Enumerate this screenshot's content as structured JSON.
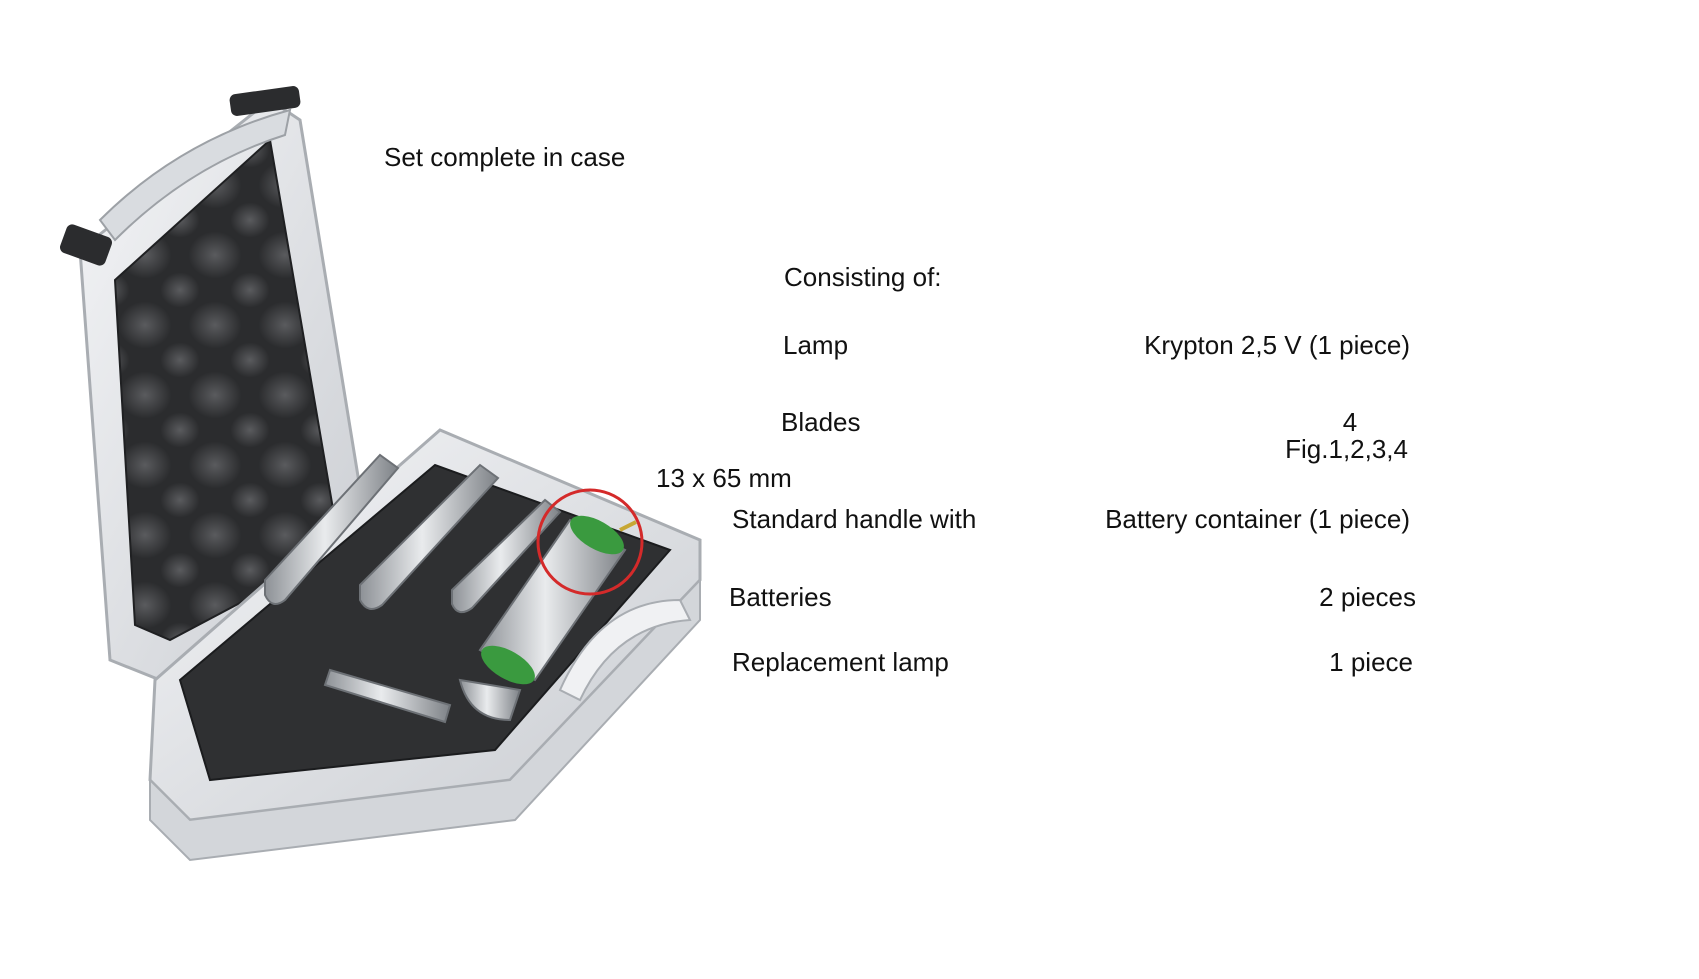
{
  "heading": "Set complete in case",
  "subheading": "Consisting of:",
  "blade_size": "13 x 65 mm",
  "items": [
    {
      "label": "Lamp",
      "value": "Krypton 2,5 V (1 piece)"
    },
    {
      "label": "Blades",
      "value": "4",
      "detail": "Fig.1,2,3,4"
    },
    {
      "label": "Standard handle with",
      "value": "Battery container (1 piece)"
    },
    {
      "label": "Batteries",
      "value": "2 pieces"
    },
    {
      "label": "Replacement lamp",
      "value": "1 piece"
    }
  ],
  "colors": {
    "case_shell": "#e6e8eb",
    "foam": "#2f3032",
    "metal": "#b8bcc0",
    "highlight_circle": "#d42a2a",
    "grip_ring": "#3a9a3f"
  }
}
